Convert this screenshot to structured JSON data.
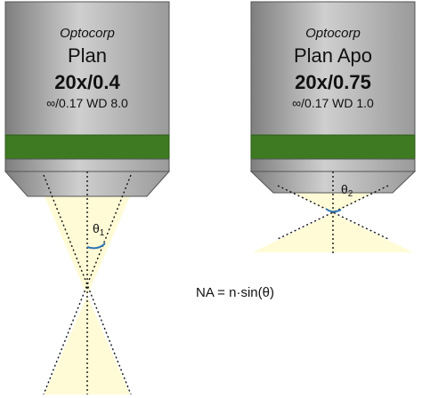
{
  "colors": {
    "body_gradient_left": "#7f7f7f",
    "body_gradient_mid": "#cfcfcf",
    "body_gradient_right": "#9a9a9a",
    "band_green": "#3d7a21",
    "light_cone": "#fffbd6",
    "angle_arc": "#2e75b6",
    "outline": "#555555"
  },
  "objectives": [
    {
      "brand": "Optocorp",
      "model": "Plan",
      "magnification": "20x",
      "na_value": "/0.4",
      "spec": "∞/0.17  WD 8.0",
      "angle_symbol": "θ",
      "angle_subscript": "1"
    },
    {
      "brand": "Optocorp",
      "model": "Plan Apo",
      "magnification": "20x",
      "na_value": "/0.75",
      "spec": "∞/0.17  WD 1.0",
      "angle_symbol": "θ",
      "angle_subscript": "2"
    }
  ],
  "formula": "NA = n·sin(θ)"
}
